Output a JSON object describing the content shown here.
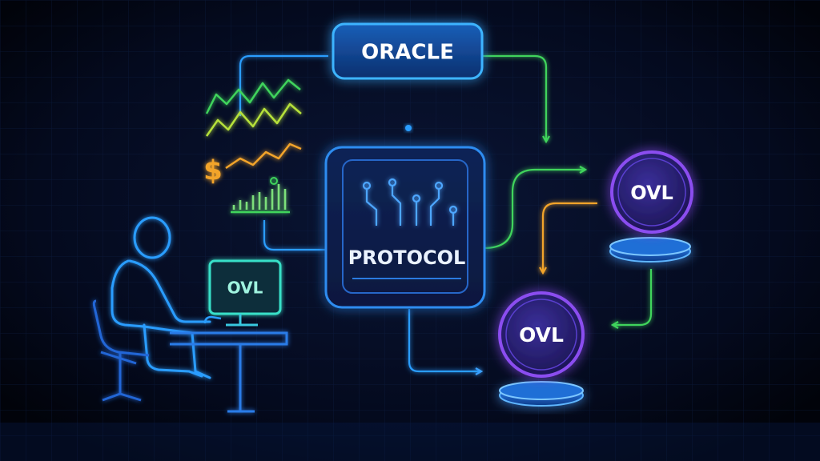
{
  "nodes": {
    "oracle": {
      "label": "ORACLE"
    },
    "protocol": {
      "label": "PROTOCOL"
    },
    "laptop_screen": {
      "label": "OVL"
    },
    "token_top": {
      "label": "OVL"
    },
    "token_bottom": {
      "label": "OVL"
    }
  },
  "price_icon": {
    "symbol": "$"
  },
  "colors": {
    "background": "#030818",
    "blue_glow": "#2a9dff",
    "green": "#37d65a",
    "lime": "#b6e13a",
    "orange": "#f3a42a",
    "purple": "#8b4df0",
    "token_fill": "#2b2376"
  },
  "icons": [
    "person-icon",
    "chair-icon",
    "laptop-icon",
    "desk-icon",
    "chip-circuit-icon",
    "line-chart-icon",
    "dollar-icon",
    "bar-chart-icon",
    "coin-icon"
  ]
}
